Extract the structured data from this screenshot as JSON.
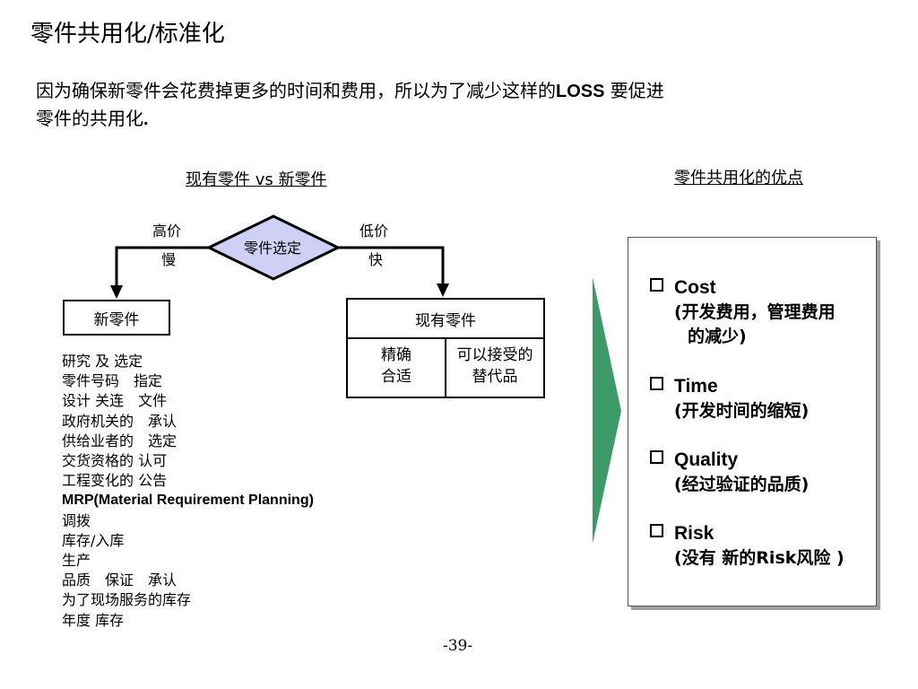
{
  "page": {
    "title": "零件共用化/标准化",
    "intro_line1_pre": "因为确保新零件会花费掉更多的时间和费用，所以为了减少这样的",
    "intro_loss": "LOSS",
    "intro_line1_post": " 要促进",
    "intro_line2_pre": "零件的共用化",
    "intro_line2_dot": ".",
    "page_number": "-39-"
  },
  "comparison": {
    "heading": "现有零件 vs 新零件",
    "decision_label": "零件选定",
    "left_price": "高价",
    "left_speed": "慢",
    "right_price": "低价",
    "right_speed": "快",
    "new_part_label": "新零件",
    "existing_part_label": "现有零件",
    "existing_cell1_line1": "精确",
    "existing_cell1_line2": "合适",
    "existing_cell2_line1": "可以接受的",
    "existing_cell2_line2": "替代品",
    "new_part_steps": [
      "研究 及 选定",
      "零件号码　指定",
      "设计 关连　文件",
      "政府机关的　承认",
      "供给业者的　选定",
      "交货资格的 认可",
      "工程变化的 公告",
      "MRP(Material Requirement Planning)",
      "调拨",
      "库存/入库",
      "生产",
      "品质　保证　承认",
      "为了现场服务的库存",
      "年度 库存"
    ]
  },
  "benefits": {
    "heading": "零件共用化的优点",
    "arrow_color": "#3c9a68",
    "items": [
      {
        "name": "Cost",
        "detail_line1": "(开发费用，管理费用",
        "detail_line2": "的减少)"
      },
      {
        "name": "Time",
        "detail_line1": "(开发时间的缩短)"
      },
      {
        "name": "Quality",
        "detail_line1": "(经过验证的品质)"
      },
      {
        "name": "Risk",
        "detail_line1": "(没有 新的Risk风险 )"
      }
    ]
  },
  "colors": {
    "diamond_fill": "#cfd0f5",
    "arrow_green": "#3c9a68"
  }
}
